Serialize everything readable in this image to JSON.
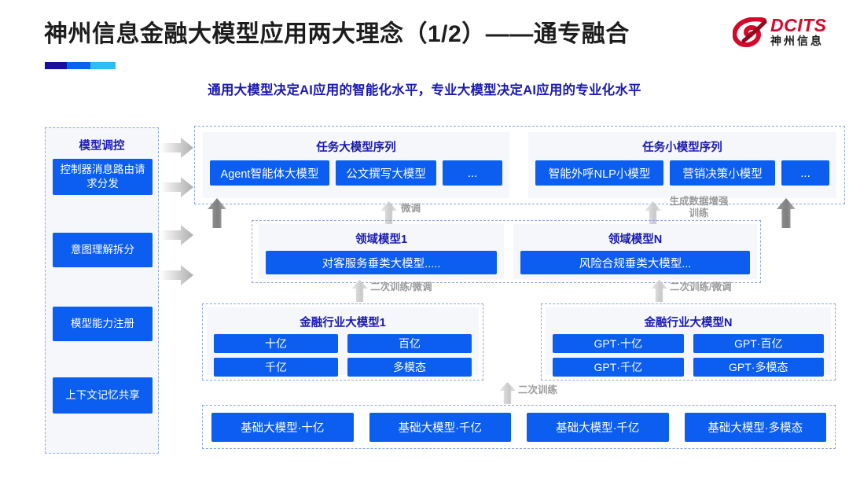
{
  "header": {
    "title": "神州信息金融大模型应用两大理念（1/2）——通专融合",
    "subtitle": "通用大模型决定AI应用的智能化水平，专业大模型决定AI应用的专业化水平",
    "accent_colors": [
      "#1a0f9e",
      "#0a62f0",
      "#29c0ef"
    ],
    "logo": {
      "en": "DCITS",
      "cn": "神州信息",
      "mark_color": "#d6082a"
    }
  },
  "theme": {
    "chip_blue": "#0b5ef0",
    "panel_bg": "#f5f7fa",
    "dashed_border": "#8fa9d8",
    "heading_navy": "#1a1ab0",
    "arrow_gray": "#b8b8b8"
  },
  "left_panel": {
    "title": "模型调控",
    "items": [
      {
        "label": "控制器消息路由请求分发"
      },
      {
        "label": "意图理解拆分"
      },
      {
        "label": "模型能力注册"
      },
      {
        "label": "上下文记忆共享"
      }
    ]
  },
  "task_big": {
    "title": "任务大模型序列",
    "chips": [
      "Agent智能体大模型",
      "公文撰写大模型",
      "..."
    ]
  },
  "task_small": {
    "title": "任务小模型序列",
    "chips": [
      "智能外呼NLP小模型",
      "营销决策小模型",
      "..."
    ]
  },
  "domain_models": [
    {
      "title": "领域模型1",
      "chip": "对客服务垂类大模型....."
    },
    {
      "title": "领域模型N",
      "chip": "风险合规垂类大模型..."
    }
  ],
  "industry_models": [
    {
      "title": "金融行业大模型1",
      "chips": [
        "十亿",
        "百亿",
        "千亿",
        "多模态"
      ]
    },
    {
      "title": "金融行业大模型N",
      "chips": [
        "GPT·十亿",
        "GPT·百亿",
        "GPT·千亿",
        "GPT·多模态"
      ]
    }
  ],
  "base_models": {
    "chips": [
      "基础大模型·十亿",
      "基础大模型·千亿",
      "基础大模型·千亿",
      "基础大模型·多模态"
    ]
  },
  "arrow_labels": {
    "finetune": "微调",
    "gen_data_aug": "生成数据增强训练",
    "retrain_finetune_left": "二次训练/微调",
    "retrain_finetune_right": "二次训练/微调",
    "retrain": "二次训练"
  }
}
